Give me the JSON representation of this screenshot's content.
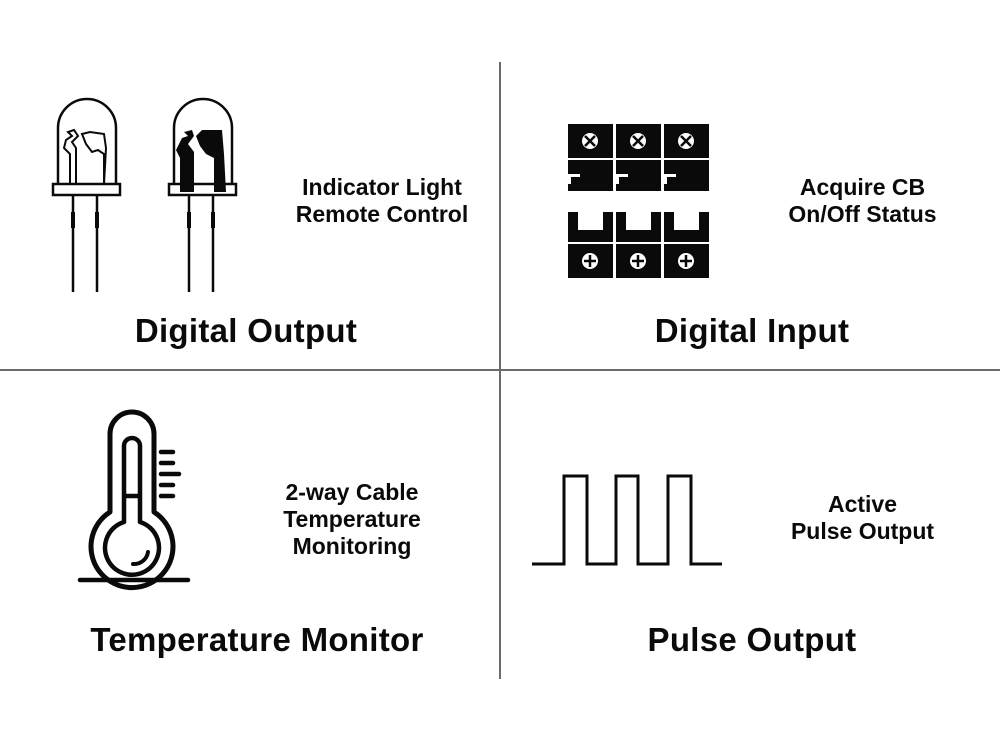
{
  "panels": [
    {
      "id": "digital-output",
      "title": "Digital Output",
      "description_lines": [
        "Indicator Light",
        "Remote Control"
      ],
      "icon": "led-icon"
    },
    {
      "id": "digital-input",
      "title": "Digital Input",
      "description_lines": [
        "Acquire CB",
        "On/Off Status"
      ],
      "icon": "circuit-breaker-icon"
    },
    {
      "id": "temperature-monitor",
      "title": "Temperature Monitor",
      "description_lines": [
        "2-way Cable",
        "Temperature",
        "Monitoring"
      ],
      "icon": "thermometer-icon"
    },
    {
      "id": "pulse-output",
      "title": "Pulse Output",
      "description_lines": [
        "Active",
        "Pulse Output"
      ],
      "icon": "pulse-wave-icon"
    }
  ],
  "colors": {
    "ink": "#0a0a0a",
    "divider": "#6b6b6b",
    "background": "#ffffff"
  }
}
